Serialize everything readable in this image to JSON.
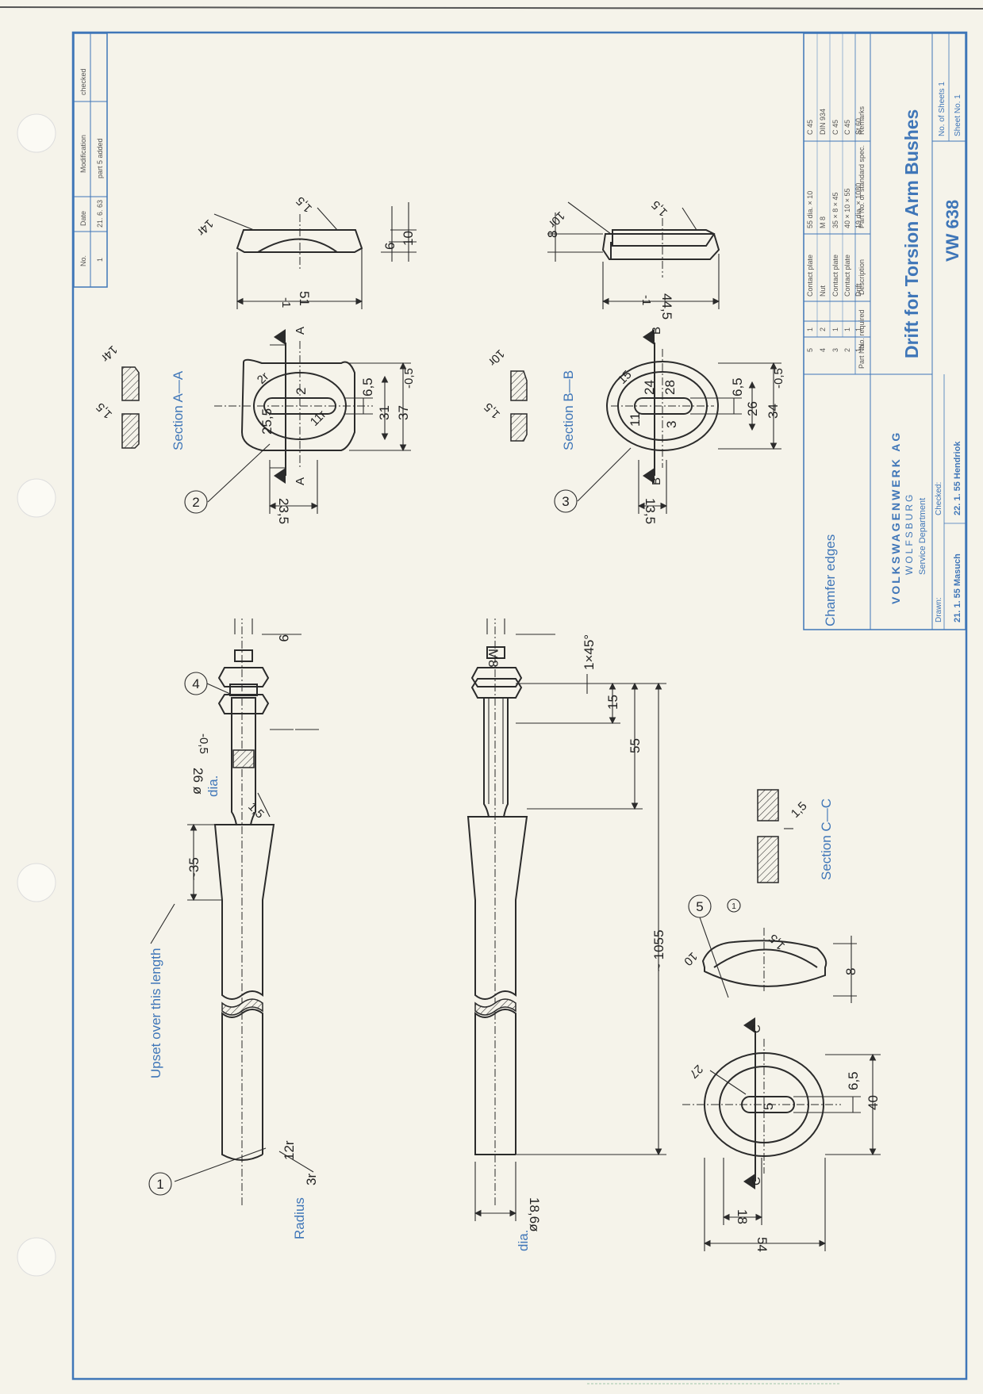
{
  "title_block": {
    "company": "VOLKSWAGENWERK AG",
    "city": "WOLFSBURG",
    "department": "Service Department",
    "drawn_label": "Drawn:",
    "drawn_value": "21. 1. 55 Masuch",
    "checked_label": "Checked:",
    "checked_value": "22. 1. 55 Hendriok",
    "drawing_title": "Drift for Torsion Arm Bushes",
    "drawing_number": "VW 638",
    "sheets_of": "No. of Sheets 1",
    "sheet_no": "Sheet No. 1"
  },
  "modification_table": {
    "headers": [
      "No.",
      "Date",
      "Modification",
      "checked"
    ],
    "rows": [
      [
        "1",
        "21. 6. 63",
        "part 5 added",
        ""
      ]
    ]
  },
  "parts_list": {
    "headers": [
      "Part No.",
      "No. required",
      "Description",
      "Part No. or standard spec.",
      "Remarks"
    ],
    "rows": [
      [
        "5",
        "1",
        "Contact plate",
        "55 dia. × 10",
        "C 45"
      ],
      [
        "4",
        "2",
        "Nut",
        "M 8",
        "DIN 934"
      ],
      [
        "3",
        "1",
        "Contact plate",
        "35 × 8 × 45",
        "C 45"
      ],
      [
        "2",
        "1",
        "Contact plate",
        "40 × 10 × 55",
        "C 45"
      ],
      [
        "1",
        "1",
        "Drift",
        "19 dia. × 1080",
        "St 60"
      ]
    ]
  },
  "notes": {
    "upset": "Upset over this length",
    "radius": "Radius",
    "dia": "dia.",
    "dia2": "dia.",
    "chamfer": "Chamfer edges",
    "section_aa": "Section A—A",
    "section_bb": "Section B—B",
    "section_cc": "Section C—C"
  },
  "balloons": [
    "1",
    "2",
    "3",
    "4",
    "5",
    "1"
  ],
  "dimensions": {
    "d35": "~35",
    "d26": "26 ø",
    "d26tol": "-0,5",
    "d15a": "1,5",
    "d9": "9",
    "m8": "M8",
    "chamfer145": "1×45°",
    "d15": "15",
    "d55": "55",
    "d1055": "~ 1055",
    "d186": "18,6ø",
    "r12": "12r",
    "r3": "3r",
    "r14a": "14r",
    "r15a": "1,5",
    "d51": "51",
    "d51tol": "-1",
    "d6": "6",
    "d10": "10",
    "r14b": "14r",
    "r15b": "1,5",
    "r2": "2r",
    "d2": "2",
    "r255": "25,5",
    "r11a": "11r",
    "d65a": "6,5",
    "d31": "31",
    "d37": "37",
    "d37tol": "-0,5",
    "d235": "23,5",
    "ca": "A",
    "r10a": "10r",
    "r15c": "1,5",
    "d8a": "8",
    "r15d": "1,5",
    "d445": "44,5",
    "d445tol": "-1",
    "r10b": "10r",
    "r15e": "1,5",
    "r15f": "15",
    "d24": "24",
    "d28": "28",
    "r11b": "11",
    "d3": "3",
    "d65b": "6,5",
    "d26b": "26",
    "d34": "34",
    "d34tol": "-0,5",
    "d135": "13,5",
    "cb": "B",
    "r15g": "1,5",
    "r27": "27",
    "d5": "5",
    "d65c": "6,5",
    "d40": "40",
    "d18": "18",
    "d54": "54",
    "cc": "C",
    "r10c": "10",
    "r15h": "1,5",
    "d8b": "8"
  },
  "colors": {
    "paper": "#f5f3ea",
    "ink": "#2b2b2b",
    "note_blue": "#3f76b8"
  }
}
